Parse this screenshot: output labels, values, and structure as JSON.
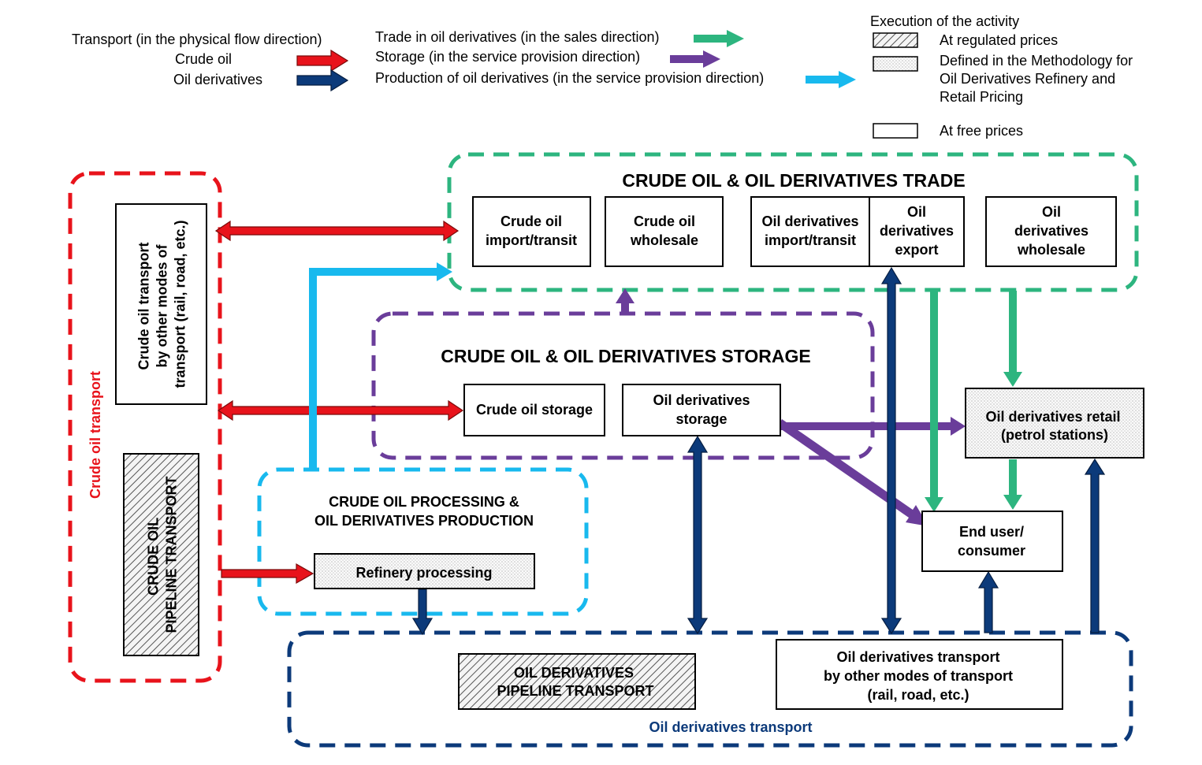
{
  "colors": {
    "red": "#e8131b",
    "green": "#2db57f",
    "purple": "#6a3d9a",
    "cyan": "#18b9ee",
    "navy": "#0c3a7a"
  },
  "legend": {
    "transport_heading": "Transport (in the physical flow direction)",
    "crude_oil": "Crude oil",
    "oil_derivatives": "Oil derivatives",
    "trade": "Trade in oil derivatives (in the sales direction)",
    "storage": "Storage (in the service provision direction)",
    "production": "Production of oil derivatives (in the service provision direction)",
    "execution_heading": "Execution of the activity",
    "regulated": "At regulated prices",
    "methodology": [
      "Defined in the Methodology for",
      "Oil Derivatives Refinery and",
      "Retail Pricing"
    ],
    "free": "At free prices"
  },
  "regions": {
    "trade": "CRUDE OIL & OIL DERIVATIVES TRADE",
    "storage": "CRUDE OIL & OIL DERIVATIVES STORAGE",
    "processing": [
      "CRUDE OIL PROCESSING &",
      "OIL DERIVATIVES PRODUCTION"
    ],
    "crude_transport": "Crude oil transport",
    "derivatives_transport": "Oil derivatives transport"
  },
  "boxes": {
    "crude_import": [
      "Crude oil",
      "import/transit"
    ],
    "crude_wholesale": [
      "Crude oil",
      "wholesale"
    ],
    "deriv_import": [
      "Oil derivatives",
      "import/transit"
    ],
    "deriv_export": [
      "Oil",
      "derivatives",
      "export"
    ],
    "deriv_wholesale": [
      "Oil",
      "derivatives",
      "wholesale"
    ],
    "crude_storage": "Crude oil storage",
    "deriv_storage": [
      "Oil derivatives",
      "storage"
    ],
    "retail": [
      "Oil derivatives retail",
      "(petrol stations)"
    ],
    "end_user": [
      "End user/",
      "consumer"
    ],
    "refinery": "Refinery processing",
    "crude_other_transport": [
      "Crude oil transport",
      "by other modes of",
      "transport (rail, road, etc.)"
    ],
    "crude_pipeline": [
      "CRUDE OIL",
      "PIPELINE TRANSPORT"
    ],
    "deriv_pipeline": [
      "OIL DERIVATIVES",
      "PIPELINE TRANSPORT"
    ],
    "deriv_other_transport": [
      "Oil derivatives transport",
      "by other modes of transport",
      "(rail, road, etc.)"
    ]
  }
}
